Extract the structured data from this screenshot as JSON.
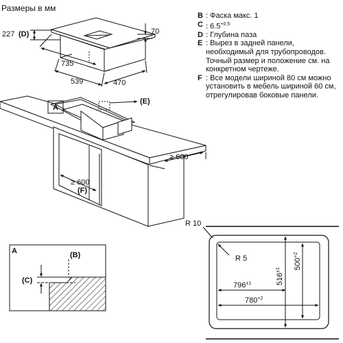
{
  "title": "Размеры в мм",
  "legend": [
    {
      "key": "B",
      "text": ": Фаска макс. 1"
    },
    {
      "key": "C",
      "text": ": 6.5",
      "sup": "+0.5"
    },
    {
      "key": "D",
      "text": ": Глубина паза"
    },
    {
      "key": "E",
      "text": ": Вырез в задней панели, необходимый для трубопроводов. Точный размер и положение см. на конкретном чертеже."
    },
    {
      "key": "F",
      "text": ": Все модели шириной 80 см можно установить в мебель шириной 60 см, отрегулировав боковые панели."
    }
  ],
  "top_view": {
    "dim_227": "227",
    "label_D": "(D)",
    "dim_70": "70",
    "dim_735": "735",
    "dim_539": "539",
    "dim_470": "470"
  },
  "cabinet_view": {
    "label_A": "A",
    "label_E": "(E)",
    "dim_600_right": "≥ 600",
    "dim_600_inner": "≥ 600",
    "label_F": "(F)"
  },
  "detail_A": {
    "label_A": "A",
    "label_B": "(B)",
    "label_C": "(C)"
  },
  "cutout": {
    "r10": "R 10",
    "r5": "R 5",
    "dim_796": "796",
    "dim_796_tol": "±1",
    "dim_780": "780",
    "dim_780_tol": "+2",
    "dim_516": "516",
    "dim_516_tol": "±1",
    "dim_500": "500",
    "dim_500_tol": "+2"
  }
}
